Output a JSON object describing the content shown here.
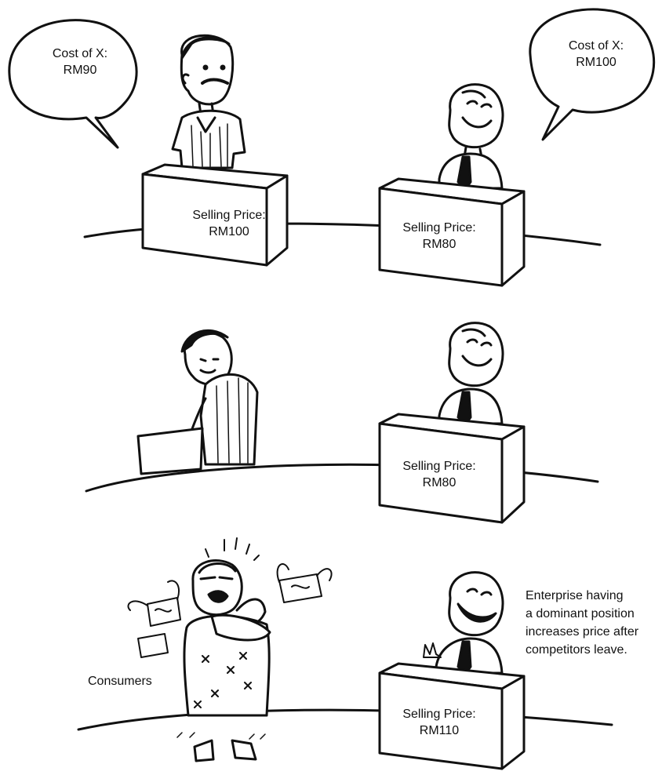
{
  "panel1": {
    "left_bubble": {
      "line1": "Cost of X:",
      "line2": "RM90"
    },
    "right_bubble": {
      "line1": "Cost of X:",
      "line2": "RM100"
    },
    "left_stall": {
      "line1": "Selling Price:",
      "line2": "RM100"
    },
    "right_stall": {
      "line1": "Selling Price:",
      "line2": "RM80"
    }
  },
  "panel2": {
    "right_stall": {
      "line1": "Selling Price:",
      "line2": "RM80"
    }
  },
  "panel3": {
    "consumers_label": "Consumers",
    "right_stall": {
      "line1": "Selling Price:",
      "line2": "RM110"
    },
    "caption": {
      "line1": "Enterprise having",
      "line2": "a dominant position",
      "line3": "increases price after",
      "line4": "competitors leave."
    }
  }
}
